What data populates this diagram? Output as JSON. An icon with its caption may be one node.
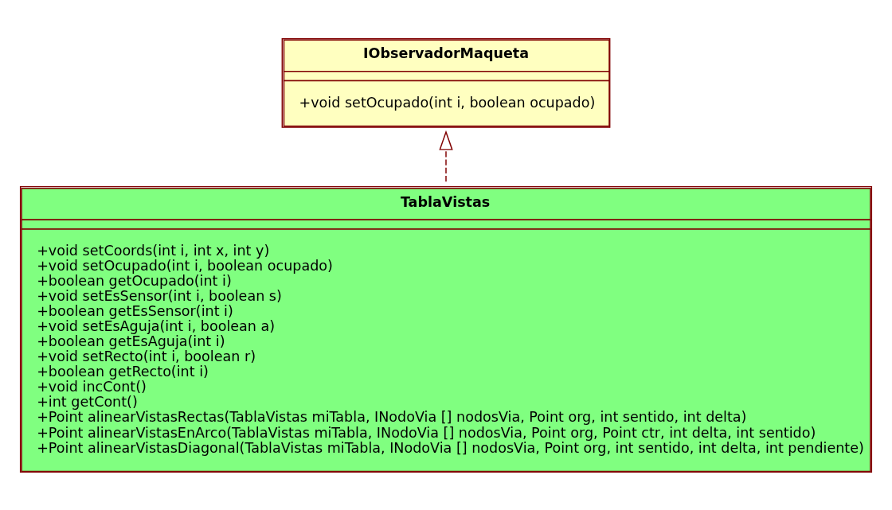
{
  "diagram": {
    "nodes": [
      {
        "text": [
          "IObservadorMaqueta",
          "+void setOcupado(int i, boolean ocupado)"
        ]
      },
      {
        "text": [
          "TablaVistas",
          "+void setCoords(int i, int x, int y)",
          "+void setOcupado(int i, boolean ocupado)",
          "+boolean getOcupado(int i)",
          "+void setEsSensor(int i, boolean s)",
          "+boolean getEsSensor(int i)",
          "+void setEsAguja(int i, boolean a)",
          "+boolean getEsAguja(int i)",
          "+void setRecto(int i, boolean r)",
          "+boolean getRecto(int i)",
          "+void incCont()",
          "+int getCont()",
          "+Point alinearVistasRectas(TablaVistas miTabla, INodoVia [] nodosVia, Point org, int sentido, int delta)",
          "+Point alinearVistasEnArco(TablaVistas miTabla, INodoVia [] nodosVia, Point org, Point ctr, int delta, int sentido)",
          "+Point alinearVistasDiagonal(TablaVistas miTabla, INodoVia [] nodosVia, Point org, int sentido, int delta, int pendiente)"
        ]
      }
    ],
    "edges": [
      {
        "from": 1,
        "to": 0,
        "arrow": "to",
        "style": "dashed",
        "color": "#800000"
      }
    ]
  }
}
